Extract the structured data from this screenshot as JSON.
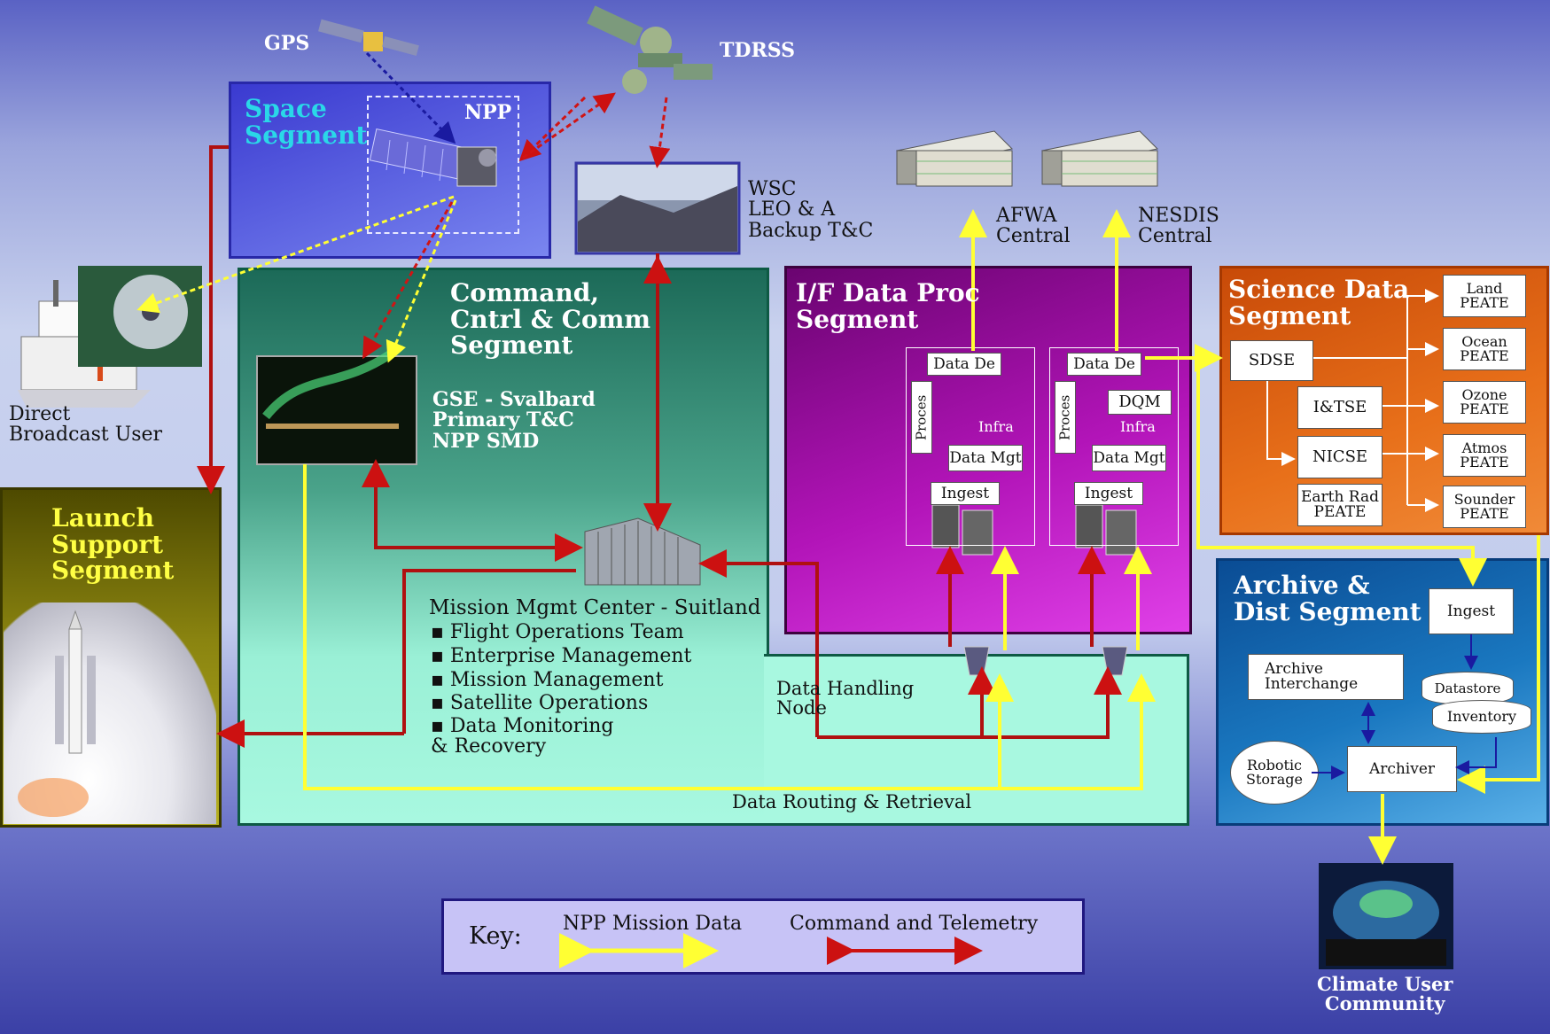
{
  "labels": {
    "gps": "GPS",
    "tdrss": "TDRSS",
    "npp": "NPP",
    "space_segment": "Space\nSegment",
    "wsc": "WSC\nLEO & A\nBackup T&C",
    "afwa": "AFWA\nCentral",
    "nesdis": "NESDIS\nCentral",
    "direct_broadcast": "Direct\nBroadcast User",
    "launch_support": "Launch\nSupport\nSegment",
    "c3_segment": "Command,\nCntrl & Comm\nSegment",
    "gse": "GSE - Svalbard\nPrimary T&C\nNPP SMD",
    "mmc_title": "Mission Mgmt Center - Suitland",
    "mmc_items": [
      "Flight Operations Team",
      "Enterprise Management",
      "Mission Management",
      "Satellite Operations",
      "Data Monitoring\n& Recovery"
    ],
    "data_handling_node": "Data Handling\nNode",
    "data_routing": "Data Routing & Retrieval",
    "idps": "I/F Data Proc\nSegment",
    "science_segment": "Science Data\nSegment",
    "archive_segment": "Archive &\nDist Segment",
    "climate_user": "Climate User\nCommunity"
  },
  "idps_node_a": {
    "data_del": "Data De",
    "proces": "Proces",
    "infra": "Infra",
    "data_mgt": "Data Mgt",
    "ingest": "Ingest"
  },
  "idps_node_b": {
    "data_del": "Data De",
    "dqm": "DQM",
    "proces": "Proces",
    "infra": "Infra",
    "data_mgt": "Data Mgt",
    "ingest": "Ingest"
  },
  "science": {
    "sdse": "SDSE",
    "itse": "I&TSE",
    "nicse": "NICSE",
    "earth_rad": "Earth Rad\nPEATE",
    "peates": [
      "Land\nPEATE",
      "Ocean\nPEATE",
      "Ozone\nPEATE",
      "Atmos\nPEATE",
      "Sounder\nPEATE"
    ]
  },
  "archive": {
    "ingest": "Ingest",
    "interchange": "Archive\nInterchange",
    "datastore": "Datastore",
    "inventory": "Inventory",
    "robotic": "Robotic\nStorage",
    "archiver": "Archiver"
  },
  "key": {
    "title": "Key:",
    "mission_data": "NPP Mission Data",
    "cmd_telemetry": "Command and Telemetry"
  },
  "colors": {
    "mission_data": "#ffff33",
    "cmd_telemetry": "#cc1111",
    "idps_bg": "#8a0a8a",
    "science_bg": "#e86a10",
    "archive_bg": "#1a74b8"
  }
}
